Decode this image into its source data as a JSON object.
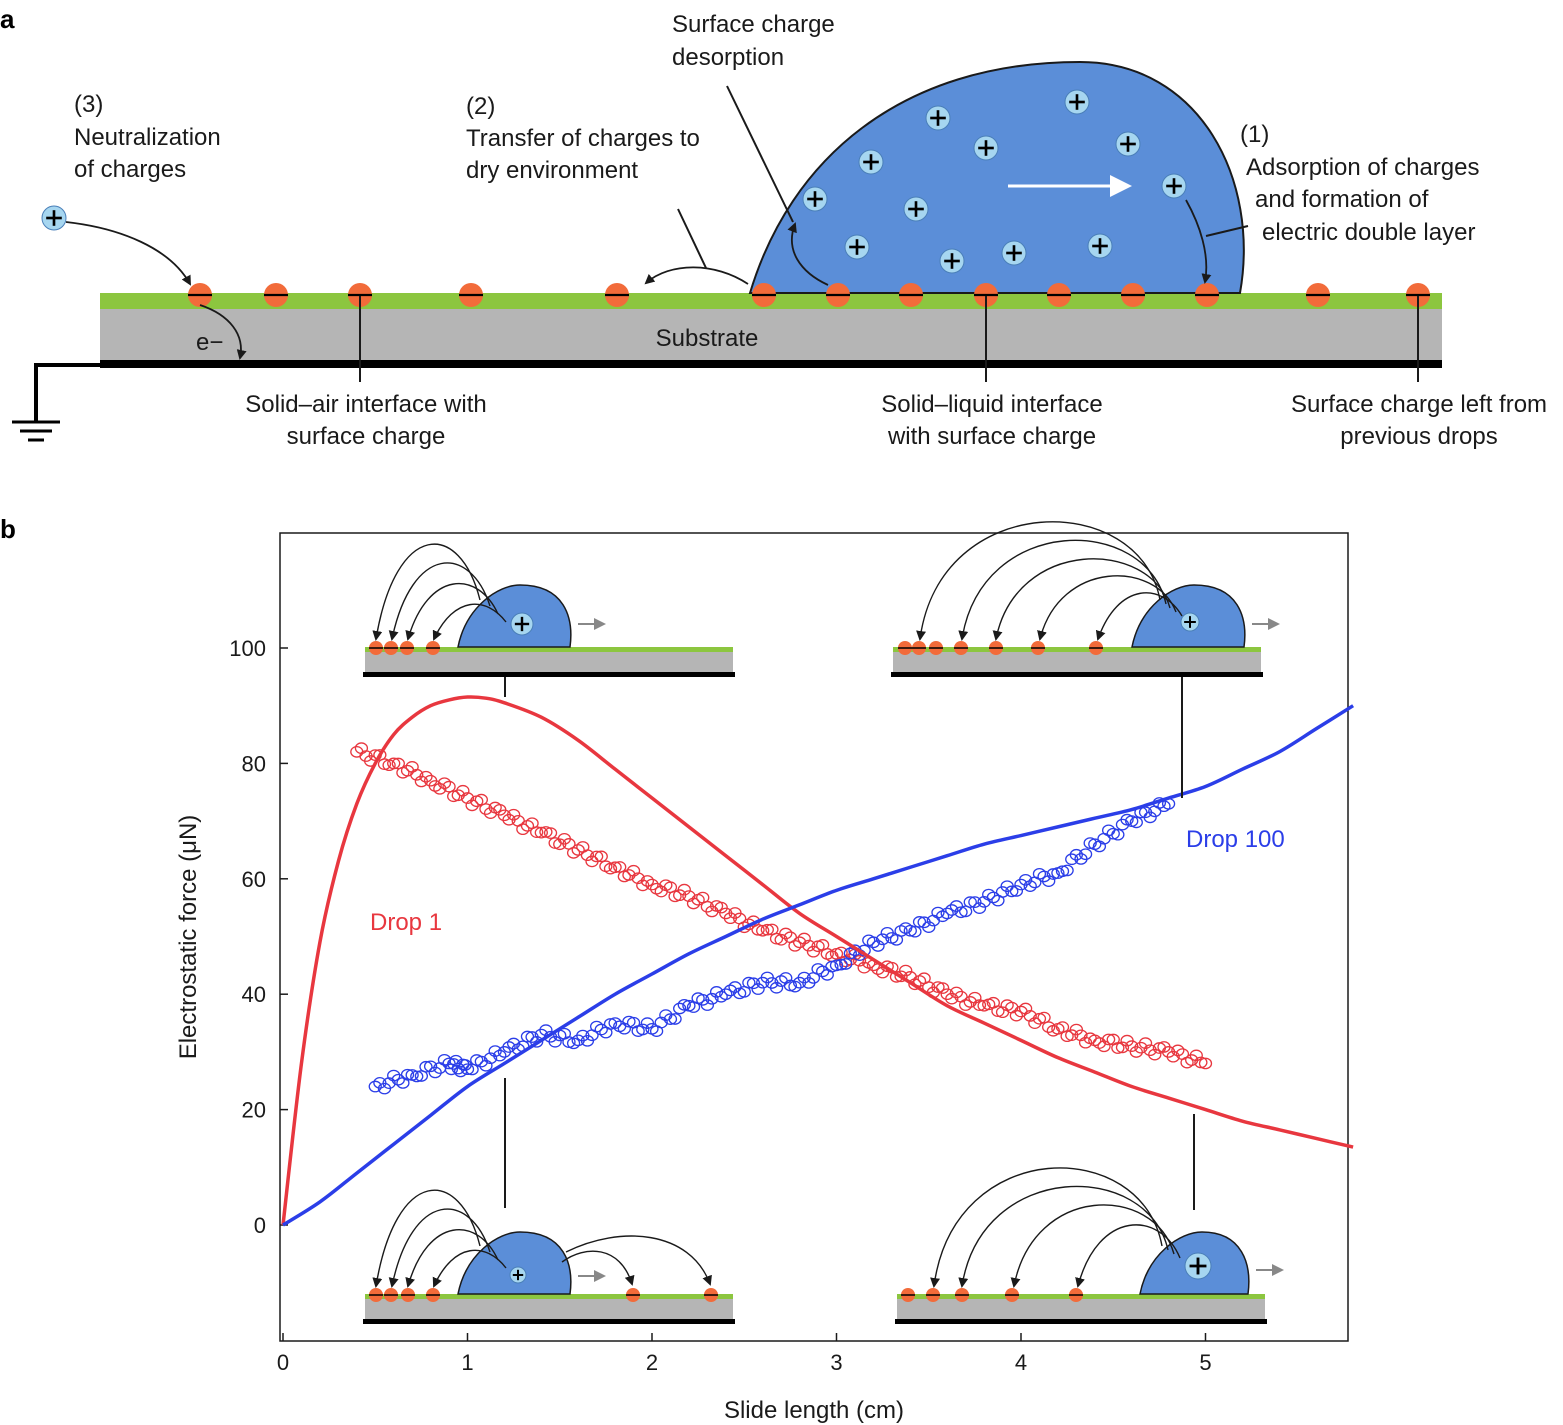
{
  "panel_a": {
    "label": "a",
    "step3": {
      "num": "(3)",
      "l1": "Neutralization",
      "l2": "of charges"
    },
    "step2": {
      "num": "(2)",
      "l1": "Transfer of charges to",
      "l2": "dry environment"
    },
    "desorption": {
      "l1": "Surface charge",
      "l2": "desorption"
    },
    "step1": {
      "num": "(1)",
      "l1": "Adsorption of charges",
      "l2": "and formation of",
      "l3": "electric double layer"
    },
    "electron": "e−",
    "substrate": "Substrate",
    "solid_air": {
      "l1": "Solid–air interface with",
      "l2": "surface charge"
    },
    "solid_liquid": {
      "l1": "Solid–liquid interface",
      "l2": "with surface charge"
    },
    "left_from": {
      "l1": "Surface charge left from",
      "l2": "previous drops"
    },
    "colors": {
      "drop": "#5b8ed8",
      "ion": "#a6d6f0",
      "charge": "#f26b3a",
      "coating": "#8cc63f",
      "substrate": "#b5b5b5"
    }
  },
  "panel_b": {
    "label": "b",
    "drop1_label": "Drop 1",
    "drop100_label": "Drop 100"
  },
  "chart_data": {
    "type": "line",
    "xlabel": "Slide length (cm)",
    "ylabel": "Electrostatic force (μN)",
    "xlim": [
      0,
      5.8
    ],
    "ylim": [
      -20,
      120
    ],
    "xticks": [
      "0",
      "1",
      "2",
      "3",
      "4",
      "5"
    ],
    "yticks": [
      "0",
      "20",
      "40",
      "60",
      "80",
      "100"
    ],
    "series": [
      {
        "name": "Drop 1",
        "kind": "model",
        "color": "#e8373f",
        "x": [
          0,
          0.1,
          0.2,
          0.3,
          0.4,
          0.5,
          0.6,
          0.7,
          0.8,
          0.9,
          1.0,
          1.1,
          1.2,
          1.4,
          1.6,
          1.8,
          2.0,
          2.2,
          2.4,
          2.6,
          2.8,
          3.0,
          3.2,
          3.4,
          3.6,
          3.8,
          4.0,
          4.2,
          4.4,
          4.6,
          4.8,
          5.0,
          5.2,
          5.4,
          5.6,
          5.8
        ],
        "y": [
          0,
          28,
          49,
          63,
          73,
          80,
          85,
          88,
          90,
          91,
          91.5,
          91.3,
          90.5,
          88,
          84,
          79,
          74,
          69,
          64,
          59,
          54,
          50,
          46,
          42,
          38,
          35,
          32,
          29,
          26.5,
          24,
          22,
          20,
          18,
          16.5,
          15,
          13.5
        ]
      },
      {
        "name": "Drop 1",
        "kind": "measured",
        "color": "#e8373f",
        "x": [
          0.4,
          0.6,
          0.8,
          1.0,
          1.2,
          1.4,
          1.6,
          1.8,
          2.0,
          2.2,
          2.4,
          2.6,
          2.8,
          3.0,
          3.2,
          3.4,
          3.6,
          3.8,
          4.0,
          4.2,
          4.4,
          4.6,
          4.8,
          5.0
        ],
        "y": [
          82,
          80,
          77,
          74,
          71,
          68,
          65,
          62,
          59,
          57,
          54,
          51,
          49,
          47,
          45,
          43,
          40,
          38,
          37,
          34,
          32,
          31,
          30,
          28
        ]
      },
      {
        "name": "Drop 100",
        "kind": "model",
        "color": "#2b3ee8",
        "x": [
          0,
          0.2,
          0.4,
          0.6,
          0.8,
          1.0,
          1.2,
          1.4,
          1.6,
          1.8,
          2.0,
          2.2,
          2.4,
          2.6,
          2.8,
          3.0,
          3.2,
          3.4,
          3.6,
          3.8,
          4.0,
          4.2,
          4.4,
          4.6,
          4.8,
          5.0,
          5.2,
          5.4,
          5.6,
          5.8
        ],
        "y": [
          0,
          4,
          9,
          14,
          19,
          24,
          28,
          32,
          36,
          40,
          43.5,
          47,
          50,
          53,
          55.5,
          58,
          60,
          62,
          64,
          66,
          67.5,
          69,
          70.5,
          72,
          74,
          76,
          79,
          82,
          86,
          90
        ]
      },
      {
        "name": "Drop 100",
        "kind": "measured",
        "color": "#2b3ee8",
        "x": [
          0.5,
          0.7,
          0.9,
          1.0,
          1.2,
          1.4,
          1.6,
          1.8,
          2.0,
          2.2,
          2.4,
          2.6,
          2.8,
          3.0,
          3.2,
          3.4,
          3.6,
          3.8,
          4.0,
          4.2,
          4.4,
          4.6,
          4.8
        ],
        "y": [
          24,
          26,
          28,
          27,
          30,
          33,
          32,
          35,
          34,
          38,
          40,
          42,
          42,
          45,
          49,
          51,
          54,
          56,
          59,
          61,
          66,
          70,
          73
        ]
      }
    ],
    "annotations": [
      "Drop 1",
      "Drop 100"
    ]
  }
}
